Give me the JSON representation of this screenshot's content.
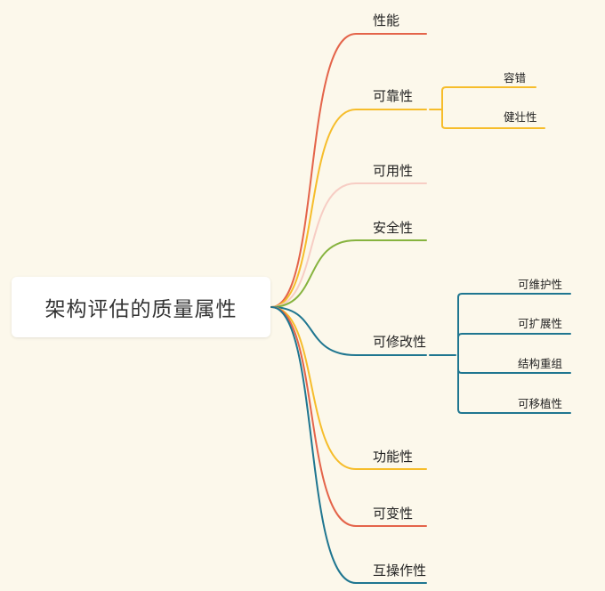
{
  "root": {
    "label": "架构评估的质量属性"
  },
  "branches": [
    {
      "label": "性能",
      "color": "#e4644a",
      "children": []
    },
    {
      "label": "可靠性",
      "color": "#f6bd2b",
      "children": [
        "容错",
        "健壮性"
      ]
    },
    {
      "label": "可用性",
      "color": "#f7cdc4",
      "children": []
    },
    {
      "label": "安全性",
      "color": "#86b33e",
      "children": []
    },
    {
      "label": "可修改性",
      "color": "#1f7690",
      "children": [
        "可维护性",
        "可扩展性",
        "结构重组",
        "可移植性"
      ]
    },
    {
      "label": "功能性",
      "color": "#f6bd2b",
      "children": []
    },
    {
      "label": "可变性",
      "color": "#e4644a",
      "children": []
    },
    {
      "label": "互操作性",
      "color": "#1f7690",
      "children": []
    }
  ]
}
